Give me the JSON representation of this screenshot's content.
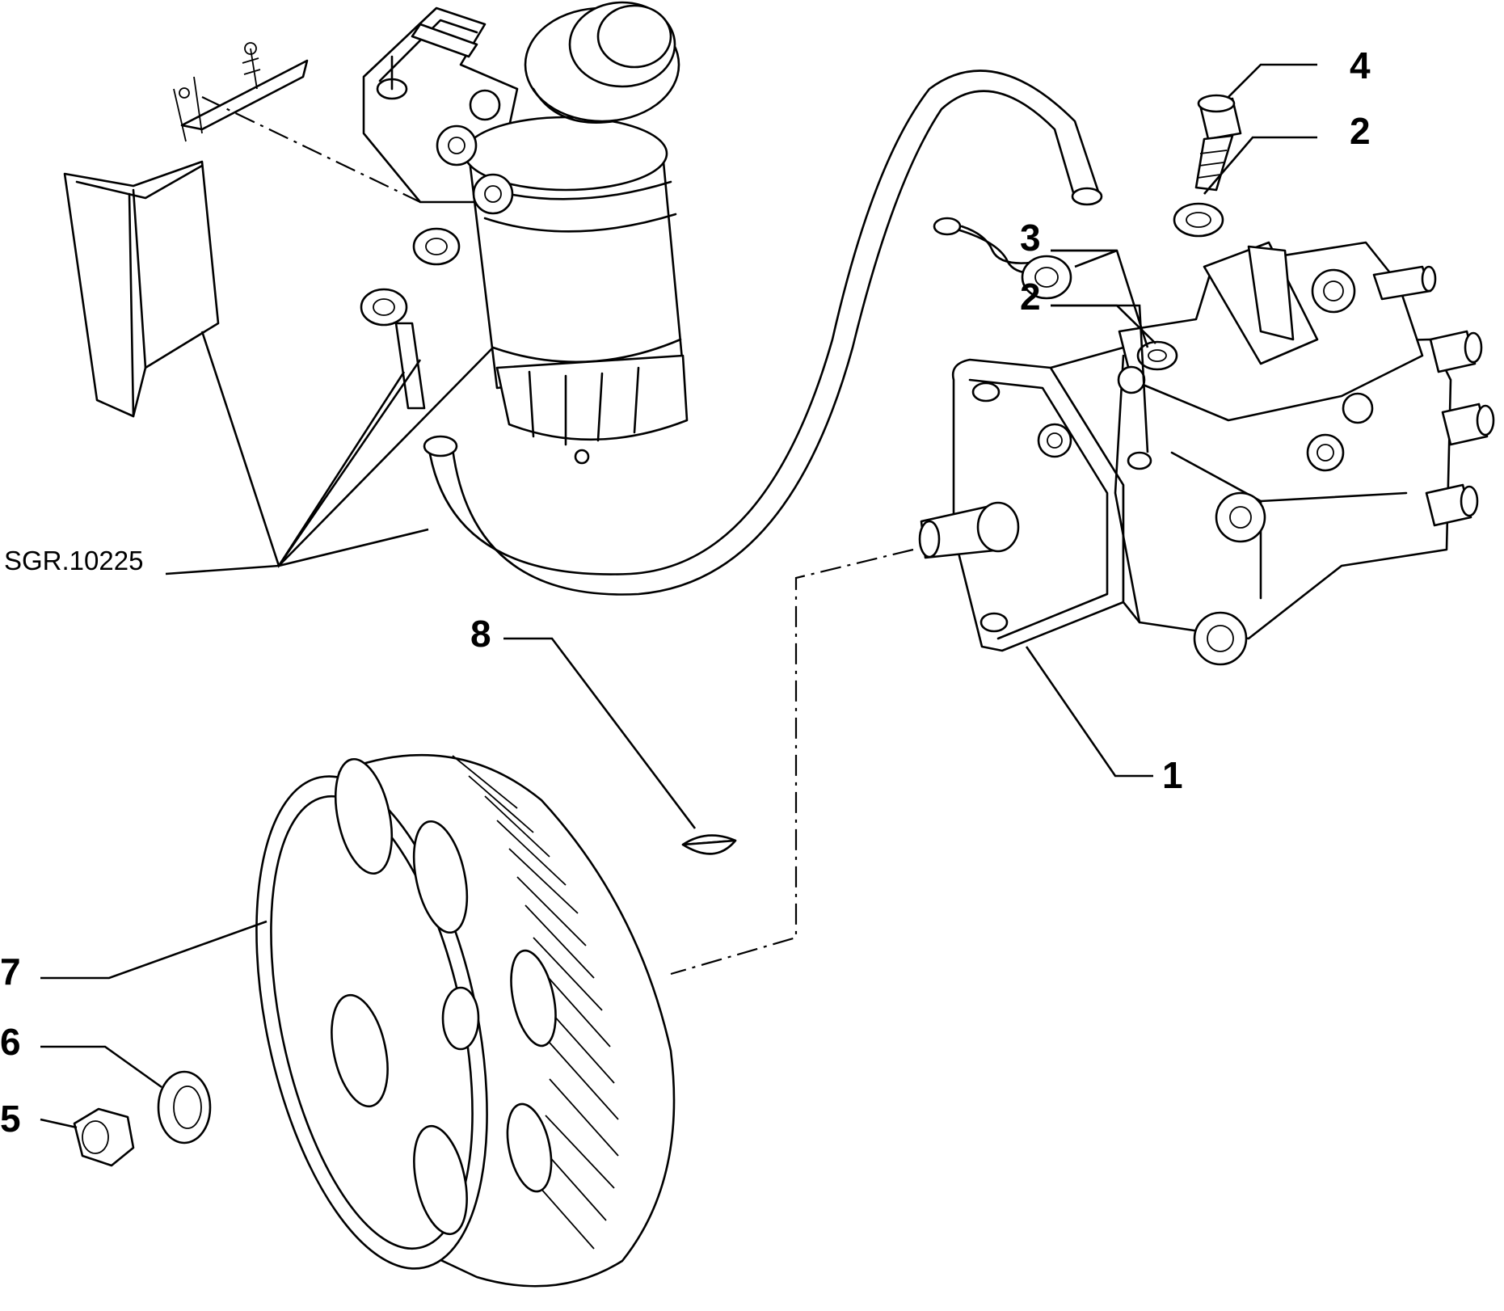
{
  "drawing_reference": "SGR.10225",
  "callouts": [
    {
      "label": "1"
    },
    {
      "label": "2"
    },
    {
      "label": "2"
    },
    {
      "label": "3"
    },
    {
      "label": "4"
    },
    {
      "label": "5"
    },
    {
      "label": "6"
    },
    {
      "label": "7"
    },
    {
      "label": "8"
    }
  ]
}
